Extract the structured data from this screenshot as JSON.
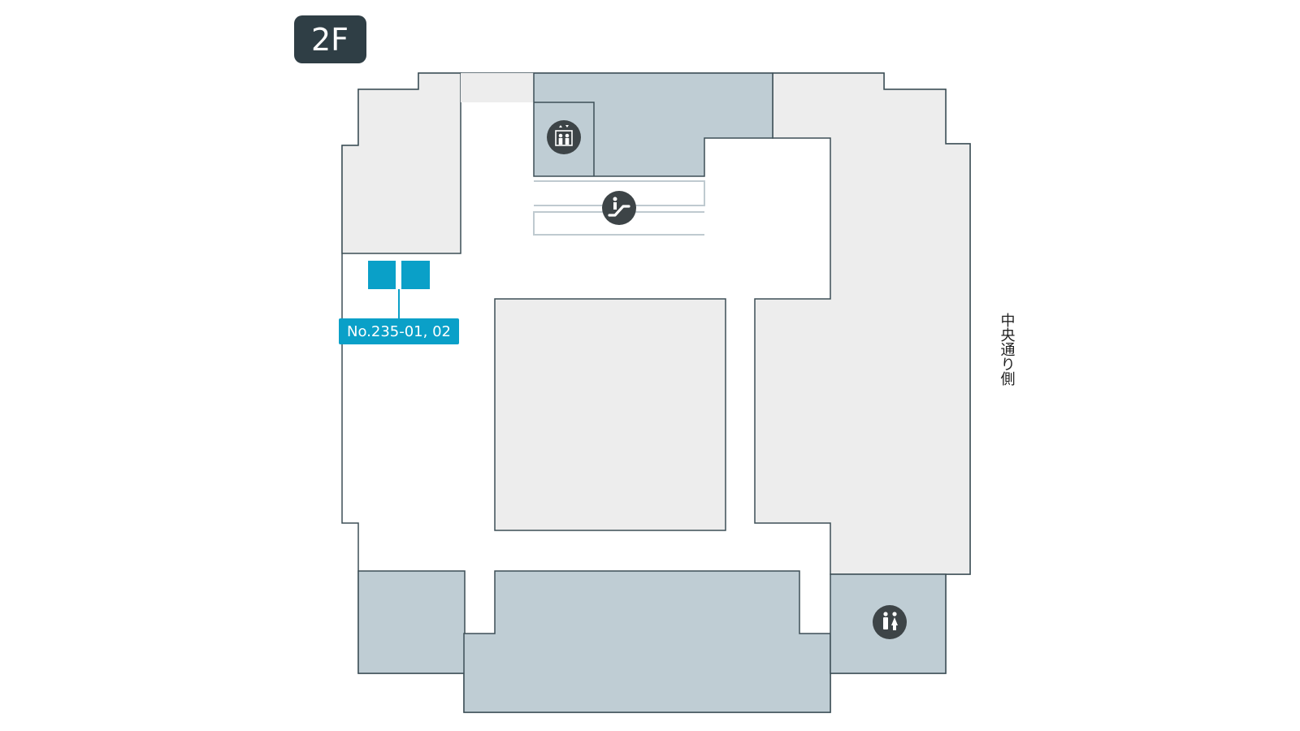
{
  "floor": {
    "label": "2F",
    "badge_color": "#2f3e45"
  },
  "spaces": [
    {
      "id": "space-left-upper",
      "zone": "tenant"
    },
    {
      "id": "space-right-tall",
      "zone": "tenant"
    },
    {
      "id": "space-center-block",
      "zone": "tenant"
    },
    {
      "id": "space-top-core",
      "zone": "core"
    },
    {
      "id": "space-bottom-left",
      "zone": "core"
    },
    {
      "id": "space-bottom-center",
      "zone": "core"
    },
    {
      "id": "space-bottom-right",
      "zone": "core"
    }
  ],
  "facilities": {
    "elevator": {
      "icon": "elevator-icon"
    },
    "escalator": {
      "icon": "escalator-icon"
    },
    "restroom": {
      "icon": "restroom-icon"
    }
  },
  "location": {
    "label": "No.235-01, 02",
    "color": "#0aa0c8"
  },
  "street": {
    "label": "中央通り側"
  },
  "colors": {
    "tenant": "#ededed",
    "core": "#bfcdd4",
    "walkway": "#ffffff",
    "outline": "#3d4f56",
    "icon_bg": "#3d4447",
    "escalator_lane": "#bfcad0"
  }
}
